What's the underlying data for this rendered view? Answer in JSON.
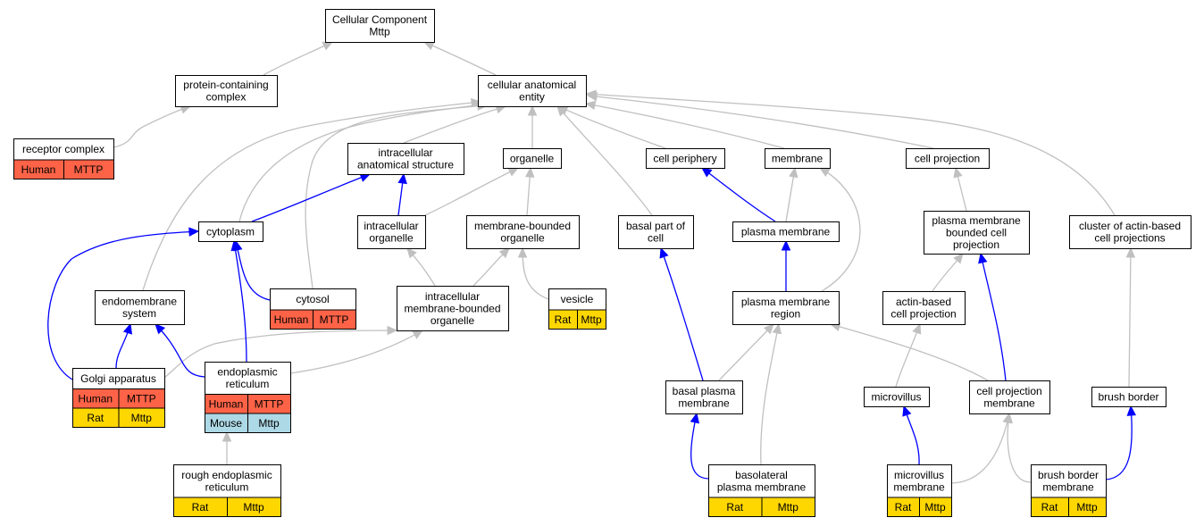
{
  "colors": {
    "gray_edge": "#c0c0c0",
    "blue_edge": "#0000ff",
    "human": "#ff6347",
    "rat": "#ffd700",
    "mouse": "#add8e6"
  },
  "nodes": {
    "root": {
      "lines": [
        "Cellular Component",
        "Mttp"
      ]
    },
    "protein_complex": {
      "lines": [
        "protein-containing",
        "complex"
      ]
    },
    "cae": {
      "lines": [
        "cellular anatomical",
        "entity"
      ]
    },
    "receptor": {
      "lines": [
        "receptor complex"
      ],
      "annotations": [
        [
          "Human",
          "MTTP"
        ]
      ]
    },
    "ias": {
      "lines": [
        "intracellular",
        "anatomical structure"
      ]
    },
    "organelle": {
      "lines": [
        "organelle"
      ]
    },
    "cell_periphery": {
      "lines": [
        "cell periphery"
      ]
    },
    "membrane": {
      "lines": [
        "membrane"
      ]
    },
    "cell_projection": {
      "lines": [
        "cell projection"
      ]
    },
    "cytoplasm": {
      "lines": [
        "cytoplasm"
      ]
    },
    "int_organelle": {
      "lines": [
        "intracellular",
        "organelle"
      ]
    },
    "mbo": {
      "lines": [
        "membrane-bounded",
        "organelle"
      ]
    },
    "basal_part": {
      "lines": [
        "basal part of",
        "cell"
      ]
    },
    "plasma_membrane": {
      "lines": [
        "plasma membrane"
      ]
    },
    "pmbcp": {
      "lines": [
        "plasma membrane",
        "bounded cell",
        "projection"
      ]
    },
    "cluster_actin": {
      "lines": [
        "cluster of actin-based",
        "cell projections"
      ]
    },
    "endomembrane": {
      "lines": [
        "endomembrane",
        "system"
      ]
    },
    "cytosol": {
      "lines": [
        "cytosol"
      ],
      "annotations": [
        [
          "Human",
          "MTTP"
        ]
      ]
    },
    "imbo": {
      "lines": [
        "intracellular",
        "membrane-bounded",
        "organelle"
      ]
    },
    "vesicle": {
      "lines": [
        "vesicle"
      ],
      "annotations": [
        [
          "Rat",
          "Mttp"
        ]
      ]
    },
    "pmr": {
      "lines": [
        "plasma membrane",
        "region"
      ]
    },
    "actin_cp": {
      "lines": [
        "actin-based",
        "cell projection"
      ]
    },
    "golgi": {
      "lines": [
        "Golgi apparatus"
      ],
      "annotations": [
        [
          "Human",
          "MTTP"
        ],
        [
          "Rat",
          "Mttp"
        ]
      ]
    },
    "er": {
      "lines": [
        "endoplasmic",
        "reticulum"
      ],
      "annotations": [
        [
          "Human",
          "MTTP"
        ],
        [
          "Mouse",
          "Mttp"
        ]
      ]
    },
    "basal_pm": {
      "lines": [
        "basal plasma",
        "membrane"
      ]
    },
    "microvillus": {
      "lines": [
        "microvillus"
      ]
    },
    "cpm": {
      "lines": [
        "cell projection",
        "membrane"
      ]
    },
    "brush_border": {
      "lines": [
        "brush border"
      ]
    },
    "rer": {
      "lines": [
        "rough endoplasmic",
        "reticulum"
      ],
      "annotations": [
        [
          "Rat",
          "Mttp"
        ]
      ]
    },
    "basolateral": {
      "lines": [
        "basolateral",
        "plasma membrane"
      ],
      "annotations": [
        [
          "Rat",
          "Mttp"
        ]
      ]
    },
    "mv_membrane": {
      "lines": [
        "microvillus",
        "membrane"
      ],
      "annotations": [
        [
          "Rat",
          "Mttp"
        ]
      ]
    },
    "bb_membrane": {
      "lines": [
        "brush border",
        "membrane"
      ],
      "annotations": [
        [
          "Rat",
          "Mttp"
        ]
      ]
    }
  },
  "edges": [
    {
      "from": "protein_complex",
      "to": "root",
      "relation": "is_a"
    },
    {
      "from": "cae",
      "to": "root",
      "relation": "is_a"
    },
    {
      "from": "receptor",
      "to": "protein_complex",
      "relation": "is_a"
    },
    {
      "from": "ias",
      "to": "cae",
      "relation": "is_a"
    },
    {
      "from": "organelle",
      "to": "cae",
      "relation": "is_a"
    },
    {
      "from": "cell_periphery",
      "to": "cae",
      "relation": "is_a"
    },
    {
      "from": "membrane",
      "to": "cae",
      "relation": "is_a"
    },
    {
      "from": "cell_projection",
      "to": "cae",
      "relation": "is_a"
    },
    {
      "from": "cluster_actin",
      "to": "cae",
      "relation": "is_a"
    },
    {
      "from": "basal_part",
      "to": "cae",
      "relation": "is_a"
    },
    {
      "from": "cytoplasm",
      "to": "cae",
      "relation": "is_a"
    },
    {
      "from": "endomembrane",
      "to": "cae",
      "relation": "is_a"
    },
    {
      "from": "cytosol",
      "to": "cae",
      "relation": "is_a"
    },
    {
      "from": "cytoplasm",
      "to": "ias",
      "relation": "part_of"
    },
    {
      "from": "int_organelle",
      "to": "ias",
      "relation": "part_of"
    },
    {
      "from": "int_organelle",
      "to": "organelle",
      "relation": "is_a"
    },
    {
      "from": "mbo",
      "to": "organelle",
      "relation": "is_a"
    },
    {
      "from": "plasma_membrane",
      "to": "cell_periphery",
      "relation": "part_of"
    },
    {
      "from": "plasma_membrane",
      "to": "membrane",
      "relation": "is_a"
    },
    {
      "from": "pmbcp",
      "to": "cell_projection",
      "relation": "is_a"
    },
    {
      "from": "cytosol",
      "to": "cytoplasm",
      "relation": "part_of"
    },
    {
      "from": "imbo",
      "to": "int_organelle",
      "relation": "is_a"
    },
    {
      "from": "imbo",
      "to": "mbo",
      "relation": "is_a"
    },
    {
      "from": "vesicle",
      "to": "mbo",
      "relation": "is_a"
    },
    {
      "from": "pmr",
      "to": "plasma_membrane",
      "relation": "part_of"
    },
    {
      "from": "pmr",
      "to": "membrane",
      "relation": "is_a"
    },
    {
      "from": "actin_cp",
      "to": "pmbcp",
      "relation": "is_a"
    },
    {
      "from": "golgi",
      "to": "cytoplasm",
      "relation": "part_of"
    },
    {
      "from": "golgi",
      "to": "endomembrane",
      "relation": "part_of"
    },
    {
      "from": "golgi",
      "to": "imbo",
      "relation": "is_a"
    },
    {
      "from": "er",
      "to": "cytoplasm",
      "relation": "part_of"
    },
    {
      "from": "er",
      "to": "endomembrane",
      "relation": "part_of"
    },
    {
      "from": "er",
      "to": "imbo",
      "relation": "is_a"
    },
    {
      "from": "basal_pm",
      "to": "basal_part",
      "relation": "part_of"
    },
    {
      "from": "basal_pm",
      "to": "pmr",
      "relation": "is_a"
    },
    {
      "from": "basolateral",
      "to": "pmr",
      "relation": "is_a"
    },
    {
      "from": "basolateral",
      "to": "basal_pm",
      "relation": "part_of"
    },
    {
      "from": "microvillus",
      "to": "actin_cp",
      "relation": "is_a"
    },
    {
      "from": "cpm",
      "to": "pmr",
      "relation": "is_a"
    },
    {
      "from": "cpm",
      "to": "pmbcp",
      "relation": "part_of"
    },
    {
      "from": "brush_border",
      "to": "cluster_actin",
      "relation": "is_a"
    },
    {
      "from": "rer",
      "to": "er",
      "relation": "is_a"
    },
    {
      "from": "mv_membrane",
      "to": "microvillus",
      "relation": "part_of"
    },
    {
      "from": "mv_membrane",
      "to": "cpm",
      "relation": "is_a"
    },
    {
      "from": "bb_membrane",
      "to": "brush_border",
      "relation": "part_of"
    },
    {
      "from": "bb_membrane",
      "to": "cpm",
      "relation": "is_a"
    }
  ]
}
